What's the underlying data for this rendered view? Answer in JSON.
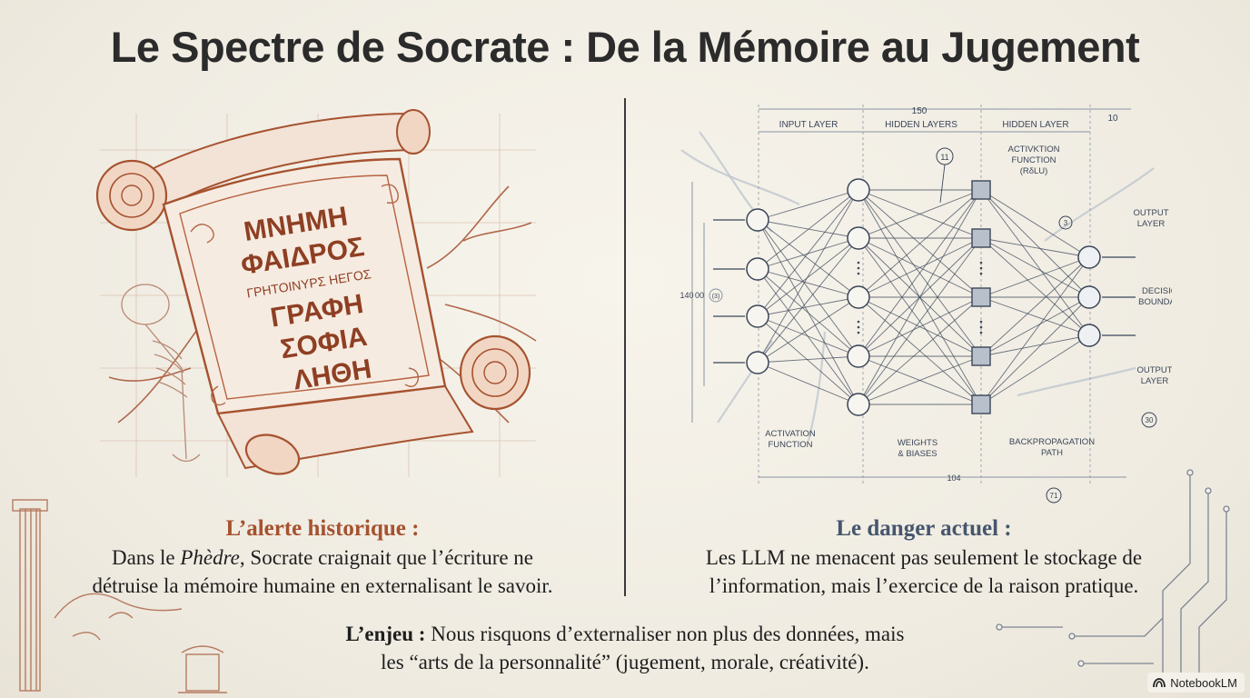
{
  "title": "Le Spectre de Socrate : De la Mémoire au Jugement",
  "scroll": {
    "lines": [
      "ΜΝΗΜΗ",
      "ΦΑΙΔΡΟΣ",
      "ΓΡΗΤΟΙΝΥΡΣ ΗΕΓΟΣ",
      "ΓΡΑΦΗ",
      "ΣΟΦΙΑ",
      "ΛΗΘΗ"
    ]
  },
  "nn": {
    "top_dim": "150",
    "top_dim_right": "10",
    "layer_labels": [
      "INPUT LAYER",
      "HIDDEN LAYERS",
      "HIDDEN LAYER"
    ],
    "activation_fn": [
      "ACTIVKTION",
      "FUNCTION",
      "(RδLU)"
    ],
    "callout_11": "11",
    "callout_3": "3",
    "callout_30": "30",
    "callout_71": "71",
    "left_dim_outer": "140",
    "left_dim_inner": "00",
    "left_dim_marker": "(3)",
    "output_layer_top": [
      "OUTPUT",
      "LAYER"
    ],
    "decision_boundary": [
      "DECISION",
      "BOUNDARY"
    ],
    "output_layer_bottom": [
      "OUTPUT",
      "LAYER"
    ],
    "activation_function": [
      "ACTIVATION",
      "FUNCTION"
    ],
    "weights_biases": [
      "WEIGHTS",
      "& BIASES"
    ],
    "backprop": [
      "BACKPROPAGATION",
      "PATH"
    ],
    "bottom_dim": "104"
  },
  "left_caption": {
    "heading": "L’alerte historique :",
    "line1_pre": "Dans le ",
    "line1_italic": "Phèdre",
    "line1_post": ", Socrate craignait que l’écriture ne",
    "line2": "détruise la mémoire humaine en externalisant le savoir."
  },
  "right_caption": {
    "heading": "Le danger actuel :",
    "line1": "Les LLM ne menacent pas seulement le stockage de",
    "line2": "l’information, mais l’exercice de la raison pratique."
  },
  "stake": {
    "label": "L’enjeu :",
    "line1": " Nous risquons d’externaliser non plus des données, mais",
    "line2": "les “arts de la personnalité” (jugement, morale, créativité)."
  },
  "badge": {
    "label": "NotebookLM"
  },
  "colors": {
    "sepia": "#a6522f",
    "slate": "#46566d",
    "ink": "#1e1e1e"
  }
}
